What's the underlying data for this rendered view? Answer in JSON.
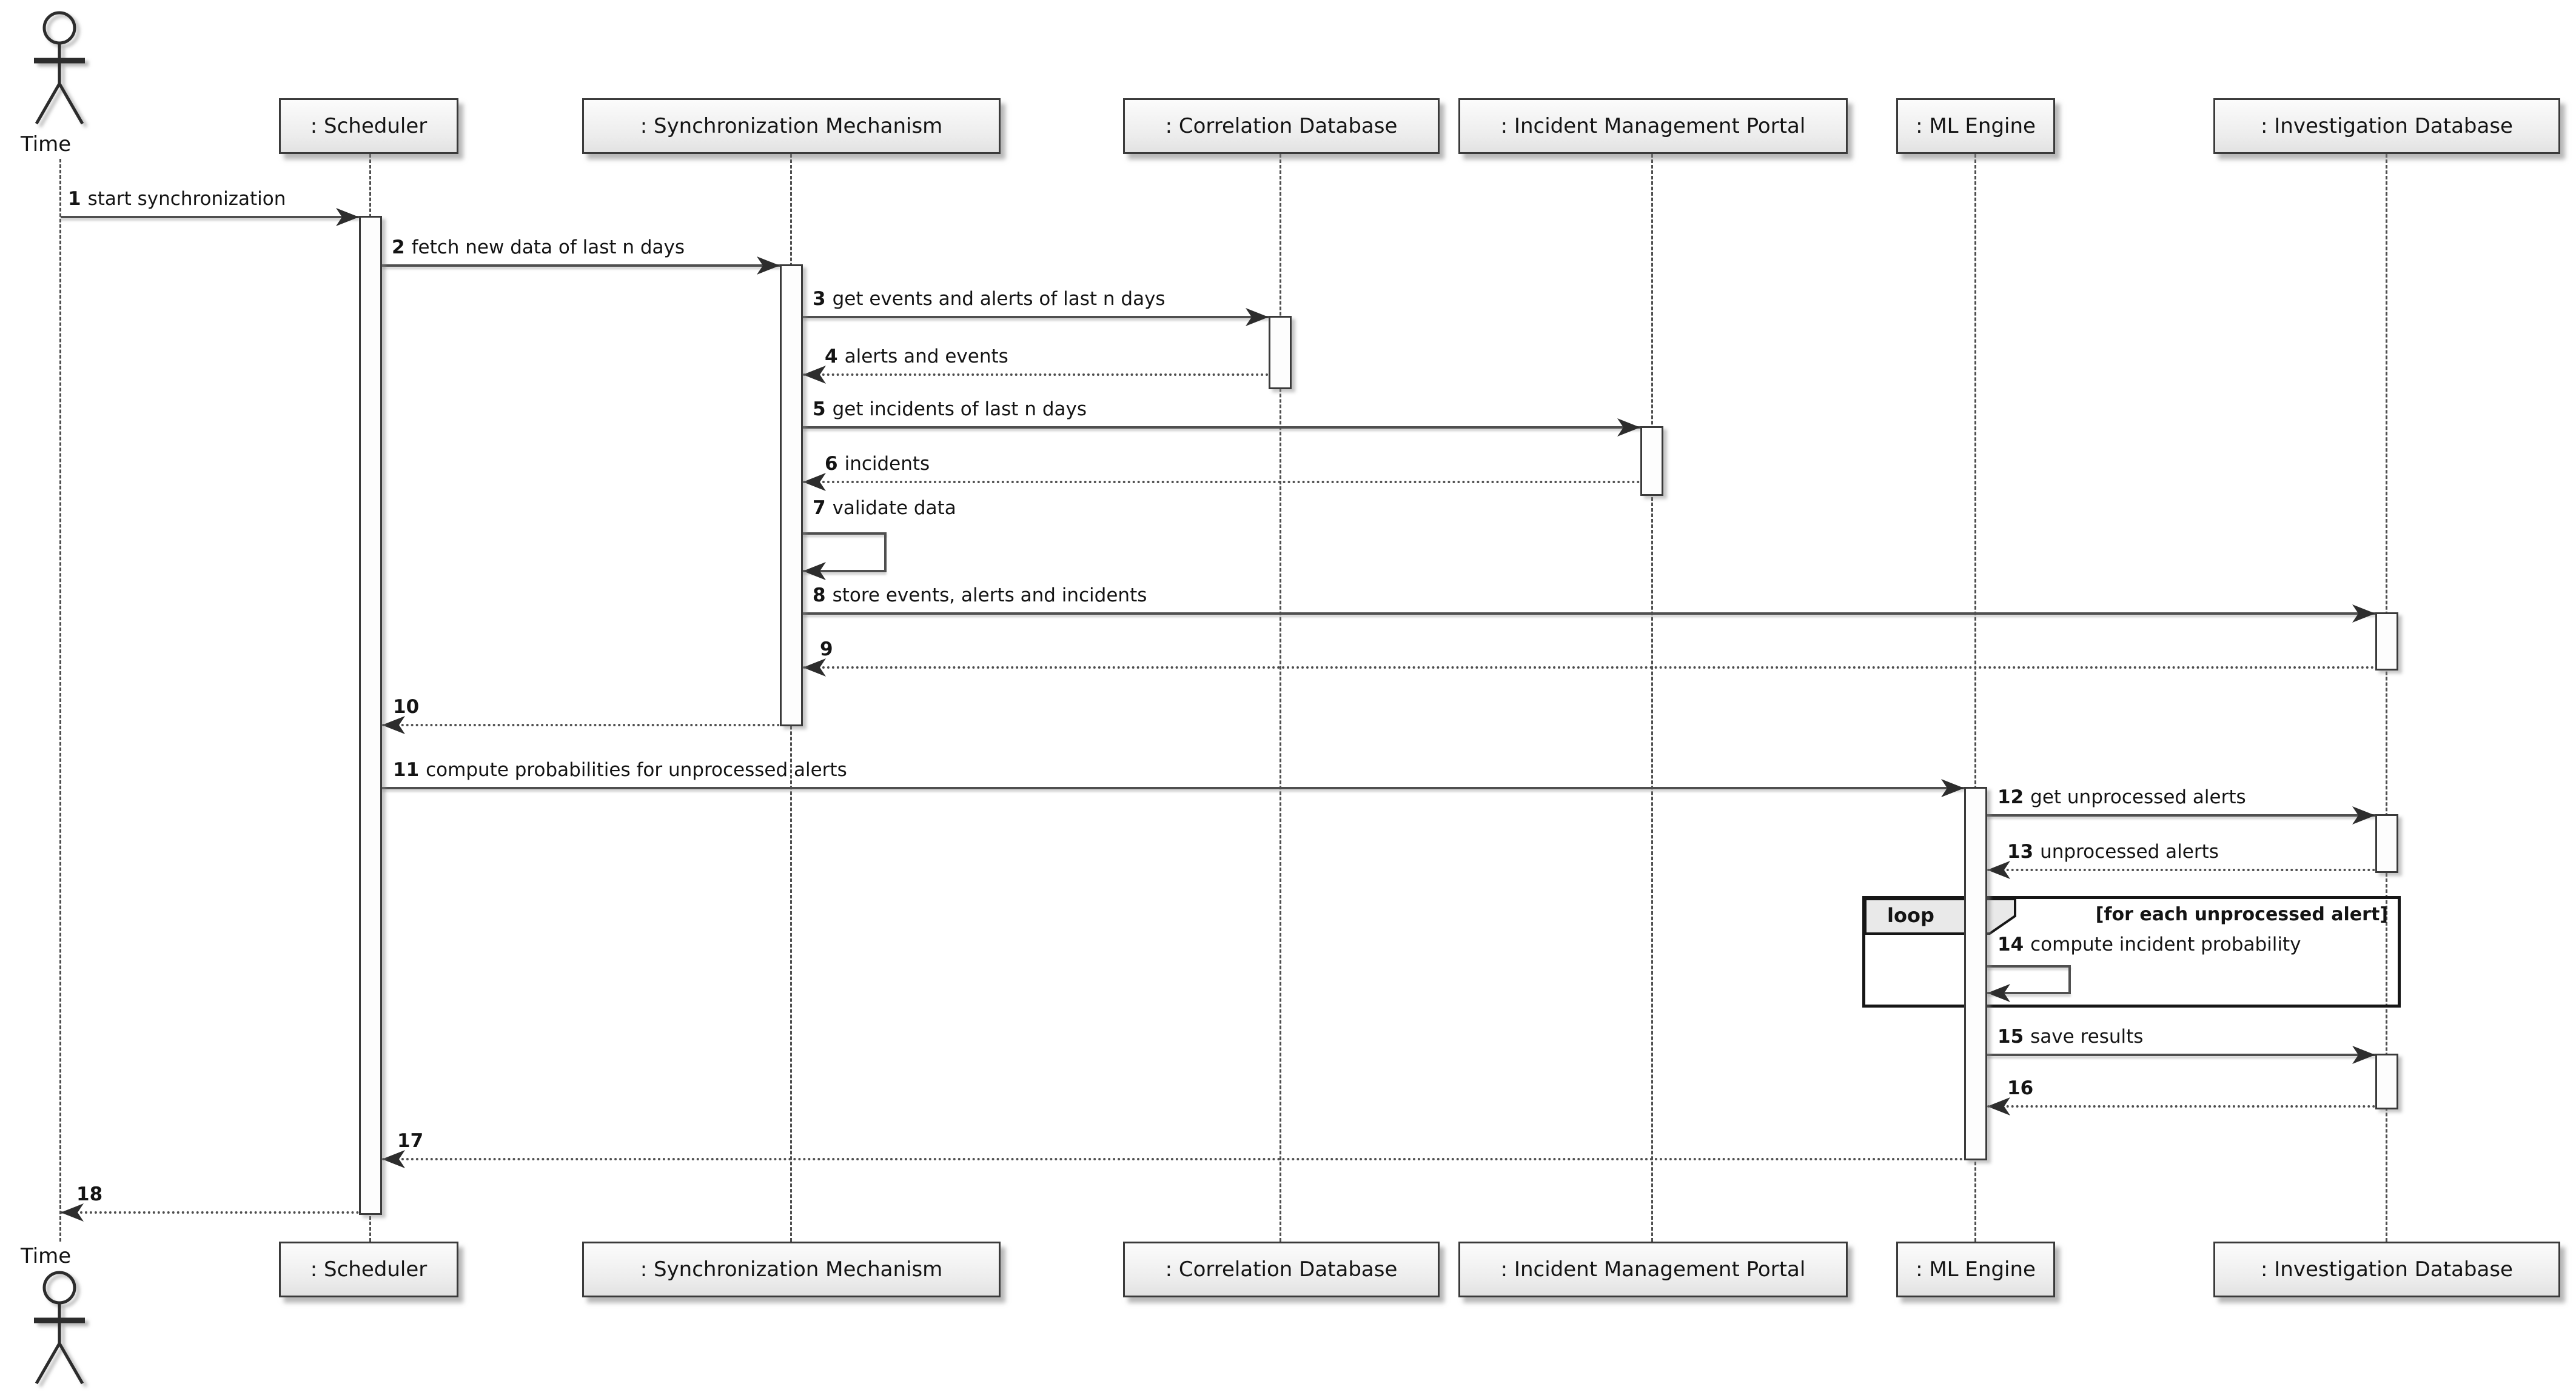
{
  "diagram_type": "uml-sequence-diagram",
  "colors": {
    "background": "#ffffff",
    "participant_fill": "#ececec",
    "border": "#3a3a3a",
    "line": "#4f4f4f",
    "text": "#141414"
  },
  "actor": {
    "label": "Time"
  },
  "participants": [
    {
      "id": "scheduler",
      "label": ": Scheduler"
    },
    {
      "id": "sync",
      "label": ": Synchronization Mechanism"
    },
    {
      "id": "corr",
      "label": ": Correlation Database"
    },
    {
      "id": "imp",
      "label": ": Incident Management Portal"
    },
    {
      "id": "ml",
      "label": ": ML Engine"
    },
    {
      "id": "inv",
      "label": ": Investigation Database"
    }
  ],
  "messages": [
    {
      "num": "1",
      "text": "start synchronization",
      "from": "Time",
      "to": ": Scheduler",
      "kind": "call"
    },
    {
      "num": "2",
      "text": "fetch new data of last n days",
      "from": ": Scheduler",
      "to": ": Synchronization Mechanism",
      "kind": "call"
    },
    {
      "num": "3",
      "text": "get events and alerts of last n days",
      "from": ": Synchronization Mechanism",
      "to": ": Correlation Database",
      "kind": "call"
    },
    {
      "num": "4",
      "text": "alerts and events",
      "from": ": Correlation Database",
      "to": ": Synchronization Mechanism",
      "kind": "return"
    },
    {
      "num": "5",
      "text": "get incidents of last n days",
      "from": ": Synchronization Mechanism",
      "to": ": Incident Management Portal",
      "kind": "call"
    },
    {
      "num": "6",
      "text": "incidents",
      "from": ": Incident Management Portal",
      "to": ": Synchronization Mechanism",
      "kind": "return"
    },
    {
      "num": "7",
      "text": "validate data",
      "from": ": Synchronization Mechanism",
      "to": ": Synchronization Mechanism",
      "kind": "self"
    },
    {
      "num": "8",
      "text": "store events, alerts and incidents",
      "from": ": Synchronization Mechanism",
      "to": ": Investigation Database",
      "kind": "call"
    },
    {
      "num": "9",
      "text": "",
      "from": ": Investigation Database",
      "to": ": Synchronization Mechanism",
      "kind": "return"
    },
    {
      "num": "10",
      "text": "",
      "from": ": Synchronization Mechanism",
      "to": ": Scheduler",
      "kind": "return"
    },
    {
      "num": "11",
      "text": "compute probabilities for unprocessed alerts",
      "from": ": Scheduler",
      "to": ": ML Engine",
      "kind": "call"
    },
    {
      "num": "12",
      "text": "get unprocessed alerts",
      "from": ": ML Engine",
      "to": ": Investigation Database",
      "kind": "call"
    },
    {
      "num": "13",
      "text": "unprocessed alerts",
      "from": ": Investigation Database",
      "to": ": ML Engine",
      "kind": "return"
    },
    {
      "num": "14",
      "text": "compute incident probability",
      "from": ": ML Engine",
      "to": ": ML Engine",
      "kind": "self"
    },
    {
      "num": "15",
      "text": "save results",
      "from": ": ML Engine",
      "to": ": Investigation Database",
      "kind": "call"
    },
    {
      "num": "16",
      "text": "",
      "from": ": Investigation Database",
      "to": ": ML Engine",
      "kind": "return"
    },
    {
      "num": "17",
      "text": "",
      "from": ": ML Engine",
      "to": ": Scheduler",
      "kind": "return"
    },
    {
      "num": "18",
      "text": "",
      "from": ": Scheduler",
      "to": "Time",
      "kind": "return"
    }
  ],
  "fragment": {
    "keyword": "loop",
    "guard": "[for each unprocessed alert]",
    "covers": "message 14"
  }
}
